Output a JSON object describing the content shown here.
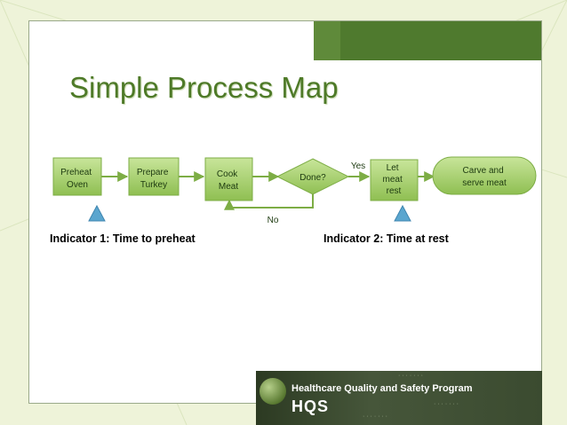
{
  "title": "Simple Process Map",
  "nodes": {
    "preheat": [
      "Preheat",
      "Oven"
    ],
    "prepare": [
      "Prepare",
      "Turkey"
    ],
    "cook": [
      "Cook",
      "Meat"
    ],
    "done": "Done?",
    "let_rest": [
      "Let",
      "meat",
      "rest"
    ],
    "carve": [
      "Carve and",
      "serve meat"
    ]
  },
  "edge_labels": {
    "yes": "Yes",
    "no": "No"
  },
  "indicators": {
    "one": "Indicator 1:  Time to preheat",
    "two": "Indicator 2:  Time at rest"
  },
  "logo": {
    "program": "Healthcare Quality and Safety Program",
    "abbr": "HQS"
  },
  "colors": {
    "node_fill": "#a6cf6a",
    "accent_green": "#4e7a28",
    "triangle_fill": "#5ba6cf"
  }
}
